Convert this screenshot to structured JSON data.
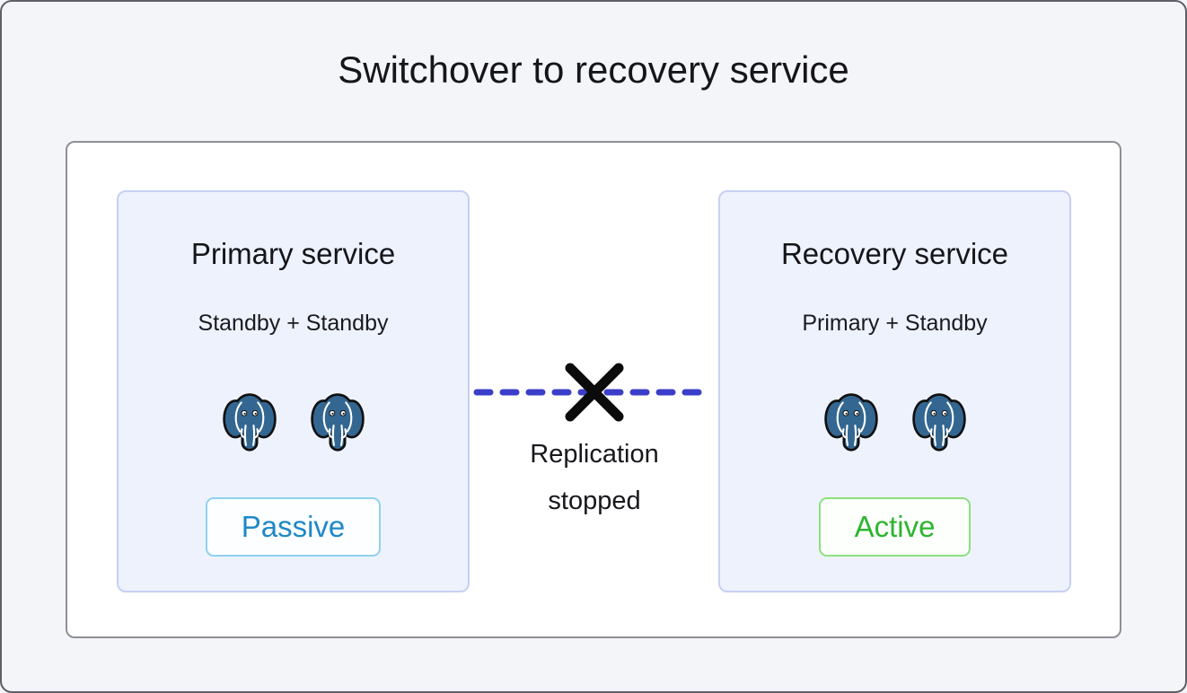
{
  "title": "Switchover to recovery service",
  "cards": [
    {
      "title": "Primary service",
      "subtitle": "Standby + Standby",
      "instance_count": 2,
      "instance_icon": "postgresql-elephant-icon",
      "badge": {
        "label": "Passive",
        "text_color": "#1e88c8",
        "border_color": "#8fd2ee"
      }
    },
    {
      "title": "Recovery service",
      "subtitle": "Primary + Standby",
      "instance_count": 2,
      "instance_icon": "postgresql-elephant-icon",
      "badge": {
        "label": "Active",
        "text_color": "#2db52f",
        "border_color": "#8ce07e"
      }
    }
  ],
  "connection": {
    "label_lines": [
      "Replication",
      "stopped"
    ],
    "style": "dashed",
    "crossed_out": true,
    "line_color": "#3b3ec8",
    "cross_color": "#0b0b0b"
  },
  "colors": {
    "postgres_blue": "#336791",
    "card_background": "#eef2fd",
    "card_border": "#c6d0f2",
    "canvas_background": "#ffffff",
    "page_background": "#f4f5f8"
  }
}
